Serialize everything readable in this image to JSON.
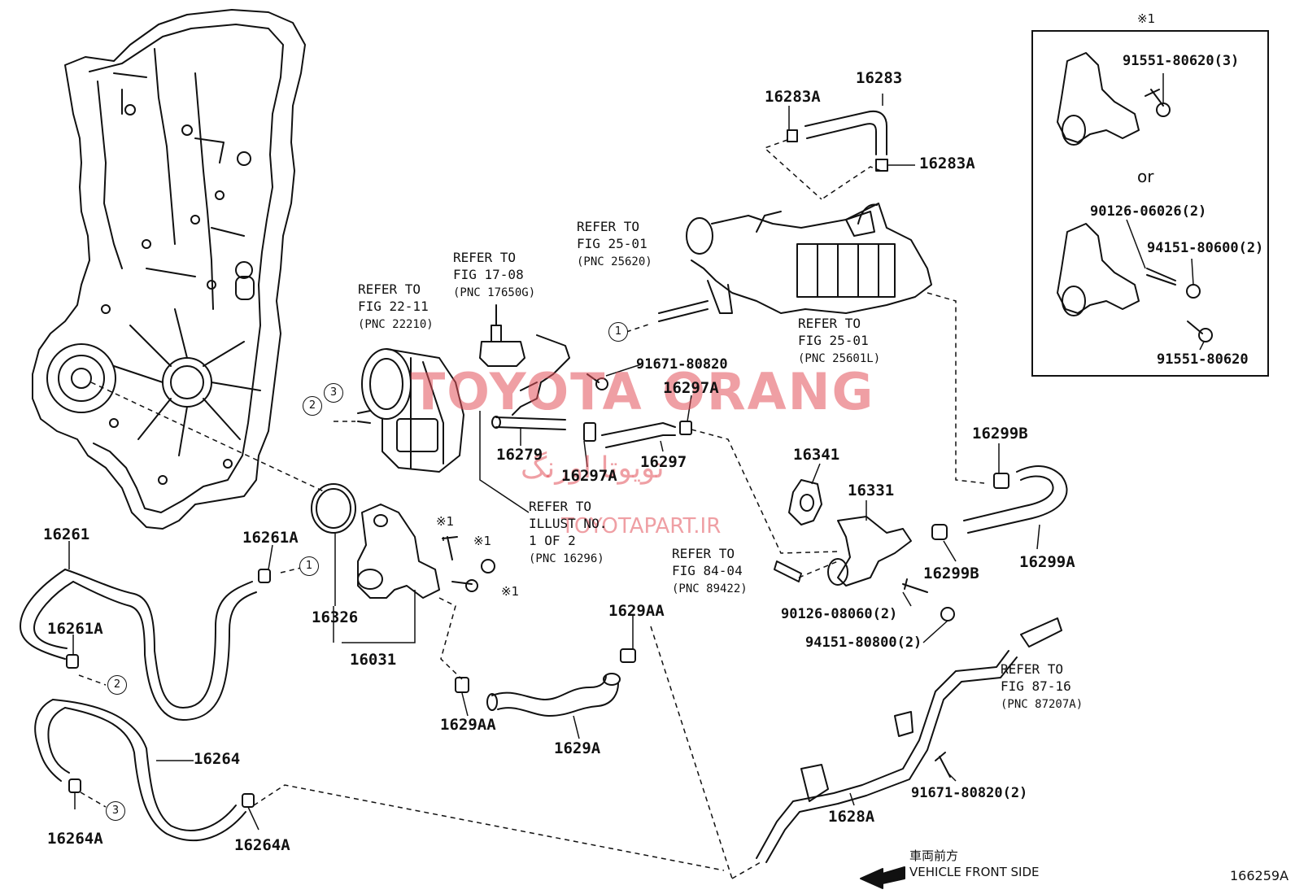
{
  "diagram": {
    "figure_id": "166259A",
    "inset": {
      "note_mark": "※1",
      "or_label": "or",
      "parts": [
        "91551-80620(3)",
        "90126-06026(2)",
        "94151-80600(2)",
        "91551-80620"
      ]
    },
    "part_numbers": {
      "p16283": "16283",
      "p16283A_top": "16283A",
      "p16283A_right": "16283A",
      "p91671_80820": "91671-80820",
      "p16297A_top": "16297A",
      "p16297A_bottom": "16297A",
      "p16297": "16297",
      "p16279": "16279",
      "p16341": "16341",
      "p16331": "16331",
      "p16299B_top": "16299B",
      "p16299B_bottom": "16299B",
      "p16299A": "16299A",
      "p16261": "16261",
      "p16261A_top": "16261A",
      "p16261A_bottom": "16261A",
      "p16326": "16326",
      "p16031": "16031",
      "p1629AA_top": "1629AA",
      "p1629AA_bottom": "1629AA",
      "p1629A": "1629A",
      "p16264": "16264",
      "p16264A_left": "16264A",
      "p16264A_right": "16264A",
      "p90126_08060": "90126-08060(2)",
      "p94151_80800": "94151-80800(2)",
      "p1628A": "1628A",
      "p91671_80820_2": "91671-80820(2)"
    },
    "refer_notes": {
      "r22_11": [
        "REFER TO",
        "FIG 22-11",
        "(PNC 22210)"
      ],
      "r17_08": [
        "REFER TO",
        "FIG 17-08",
        "(PNC 17650G)"
      ],
      "r25_01_a": [
        "REFER TO",
        "FIG 25-01",
        "(PNC 25620)"
      ],
      "r25_01_b": [
        "REFER TO",
        "FIG 25-01",
        "(PNC 25601L)"
      ],
      "r_illust": [
        "REFER TO",
        "ILLUST NO.",
        "1 OF 2",
        "(PNC 16296)"
      ],
      "r84_04": [
        "REFER TO",
        "FIG 84-04",
        "(PNC 89422)"
      ],
      "r87_16": [
        "REFER TO",
        "FIG 87-16",
        "(PNC 87207A)"
      ]
    },
    "star_notes": [
      "※1",
      "※1",
      "※1"
    ],
    "circle_refs": [
      "1",
      "2",
      "3",
      "1",
      "2",
      "3"
    ],
    "direction": {
      "japanese": "車両前方",
      "english": "VEHICLE FRONT SIDE"
    },
    "watermark": {
      "brand": "TOYOTA ORANG",
      "persian": "تویوتا اورنگ",
      "site": "TOYOTAPART.IR"
    }
  }
}
